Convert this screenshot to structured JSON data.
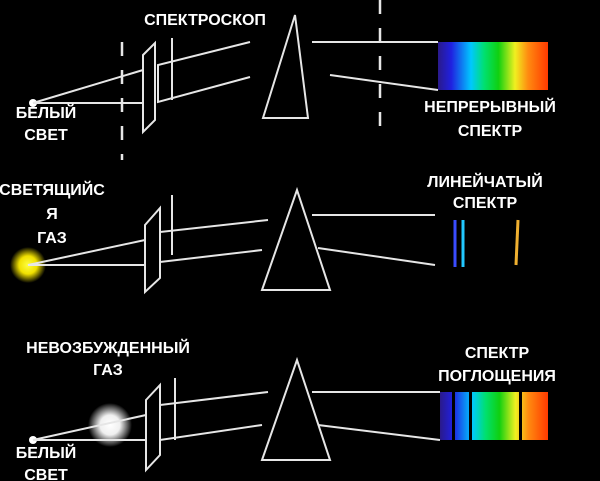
{
  "diagrams": {
    "continuous": {
      "spectroscope_label": "СПЕКТРОСКОП",
      "source_label_1": "БЕЛЫЙ",
      "source_label_2": "СВЕТ",
      "spectrum_label_1": "НЕПРЕРЫВНЫЙ",
      "spectrum_label_2": "СПЕКТР"
    },
    "emission": {
      "source_label_1": "СВЕТЯЩИЙС",
      "source_label_2": "Я",
      "source_label_3": "ГАЗ",
      "spectrum_label_1": "ЛИНЕЙЧАТЫЙ",
      "spectrum_label_2": "СПЕКТР",
      "line_colors": [
        "#3a4cff",
        "#22c8ff",
        "#f0b030"
      ]
    },
    "absorption": {
      "gas_label_1": "НЕВОЗБУЖДЕННЫЙ",
      "gas_label_2": "ГАЗ",
      "source_label_1": "БЕЛЫЙ",
      "source_label_2": "СВЕТ",
      "spectrum_label_1": "СПЕКТР",
      "spectrum_label_2": "ПОГЛОЩЕНИЯ"
    }
  },
  "colors": {
    "background": "#000000",
    "lines": "#e6e6e6",
    "glowing_gas": "#ffee00"
  }
}
